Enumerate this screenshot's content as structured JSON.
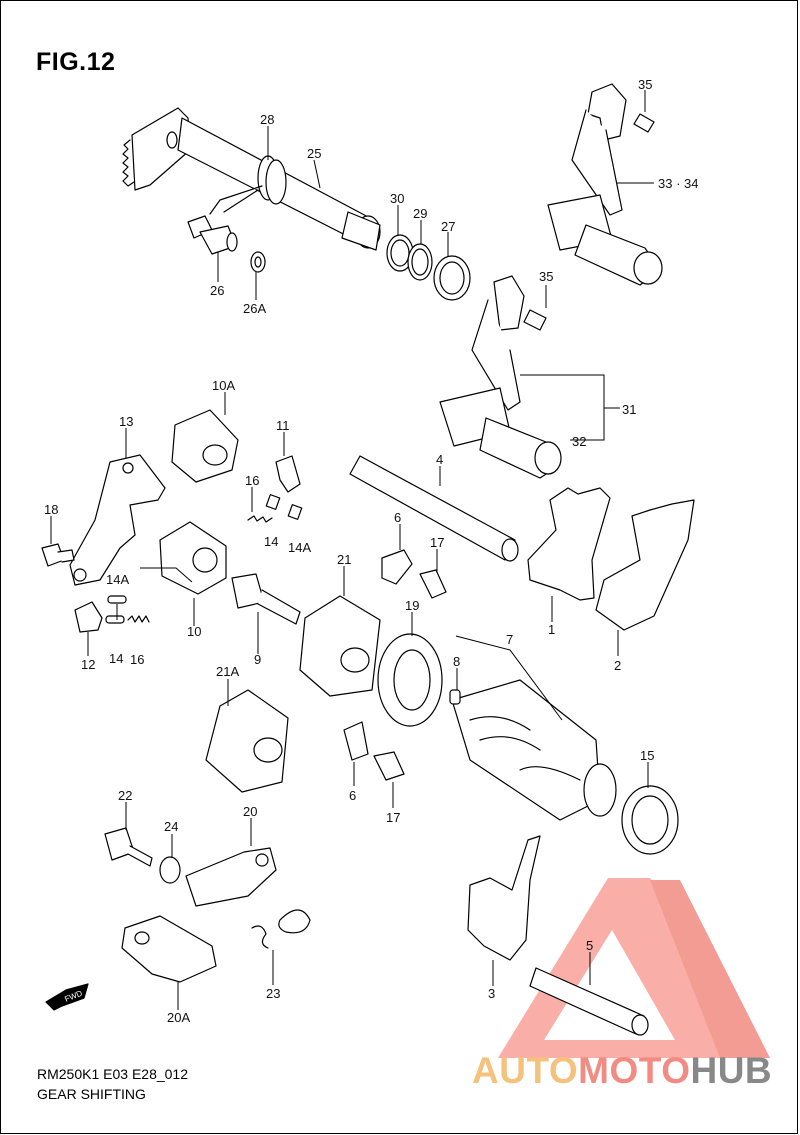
{
  "figure": {
    "title": "FIG.12",
    "model_code": "RM250K1 E03 E28_012",
    "caption": "GEAR SHIFTING"
  },
  "watermark": {
    "part1": "AUTO",
    "part2": "MOTO",
    "part3": "HUB",
    "colors": {
      "auto": "#f5c27e",
      "moto": "#f28b82",
      "hub": "#888888",
      "triangle": "#f28b82"
    }
  },
  "direction_arrow": "FWD",
  "callouts": [
    "35",
    "33 · 34",
    "28",
    "25",
    "30",
    "29",
    "27",
    "26",
    "26A",
    "35",
    "31",
    "32",
    "10A",
    "13",
    "11",
    "4",
    "16",
    "18",
    "14",
    "14A",
    "6",
    "17",
    "21",
    "19",
    "7",
    "8",
    "1",
    "2",
    "14A",
    "10",
    "9",
    "12",
    "14",
    "16",
    "21A",
    "15",
    "22",
    "20",
    "24",
    "6",
    "17",
    "5",
    "3",
    "23",
    "20A"
  ]
}
